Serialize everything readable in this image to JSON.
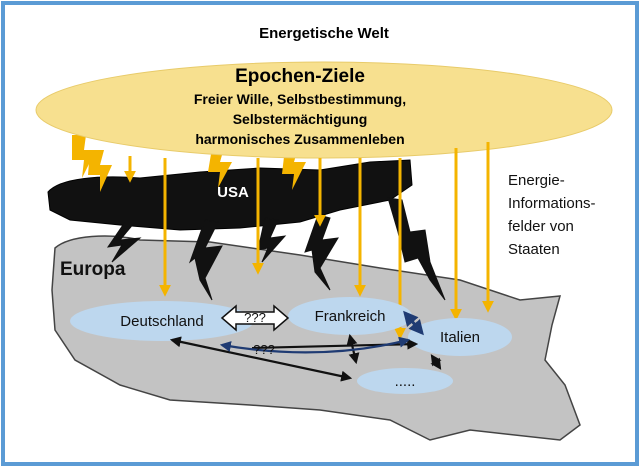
{
  "colors": {
    "frame": "#5b9bd5",
    "sphere": "#f7e08f",
    "ray": "#f4b400",
    "europe": "#c3c3c3",
    "country_ellipse": "#bdd7ee",
    "usa": "#111111",
    "arrow_dark_blue": "#1f3b73"
  },
  "diagram": {
    "title": "Energetische Welt",
    "epochen": {
      "heading": "Epochen-Ziele",
      "lines": [
        "Freier Wille, Selbstbestimmung,",
        "Selbstermächtigung",
        "harmonisches Zusammenleben"
      ]
    },
    "usa_label": "USA",
    "europa_label": "Europa",
    "side_note": [
      "Energie-",
      "Informations-",
      "felder von",
      "Staaten"
    ],
    "countries": {
      "deutschland": "Deutschland",
      "frankreich": "Frankreich",
      "italien": "Italien",
      "other": "....."
    },
    "unknown_relation_1": "???",
    "unknown_relation_2": "???"
  }
}
